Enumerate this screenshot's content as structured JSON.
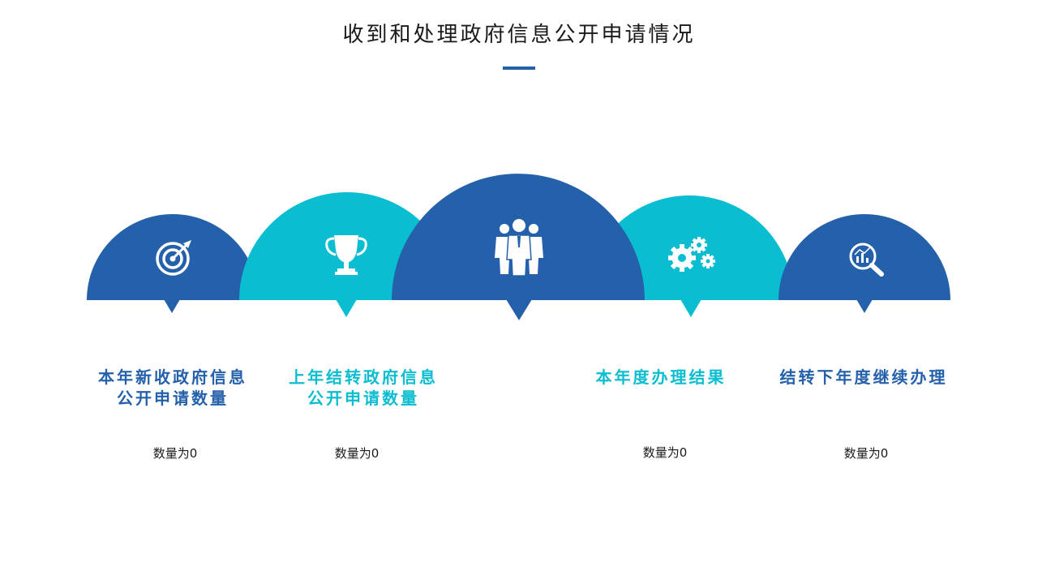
{
  "page": {
    "title": "收到和处理政府信息公开申请情况"
  },
  "colors": {
    "dark": "#2561ab",
    "cyan": "#0bbdd0",
    "title_bar": "#2561ab"
  },
  "items": [
    {
      "label_line1": "本年新收政府信息",
      "label_line2": "公开申请数量",
      "count": "数量为0",
      "color": "#2561ab",
      "icon": "target-icon"
    },
    {
      "label_line1": "上年结转政府信息",
      "label_line2": "公开申请数量",
      "count": "数量为0",
      "color": "#0bbdd0",
      "icon": "trophy-icon"
    },
    {
      "label_line1": "",
      "label_line2": "",
      "count": "",
      "color": "#2561ab",
      "icon": "team-icon"
    },
    {
      "label_line1": "本年度办理结果",
      "label_line2": "",
      "count": "数量为0",
      "color": "#0bbdd0",
      "icon": "gears-icon"
    },
    {
      "label_line1": "结转下年度继续办理",
      "label_line2": "",
      "count": "数量为0",
      "color": "#2561ab",
      "icon": "analytics-magnifier-icon"
    }
  ]
}
